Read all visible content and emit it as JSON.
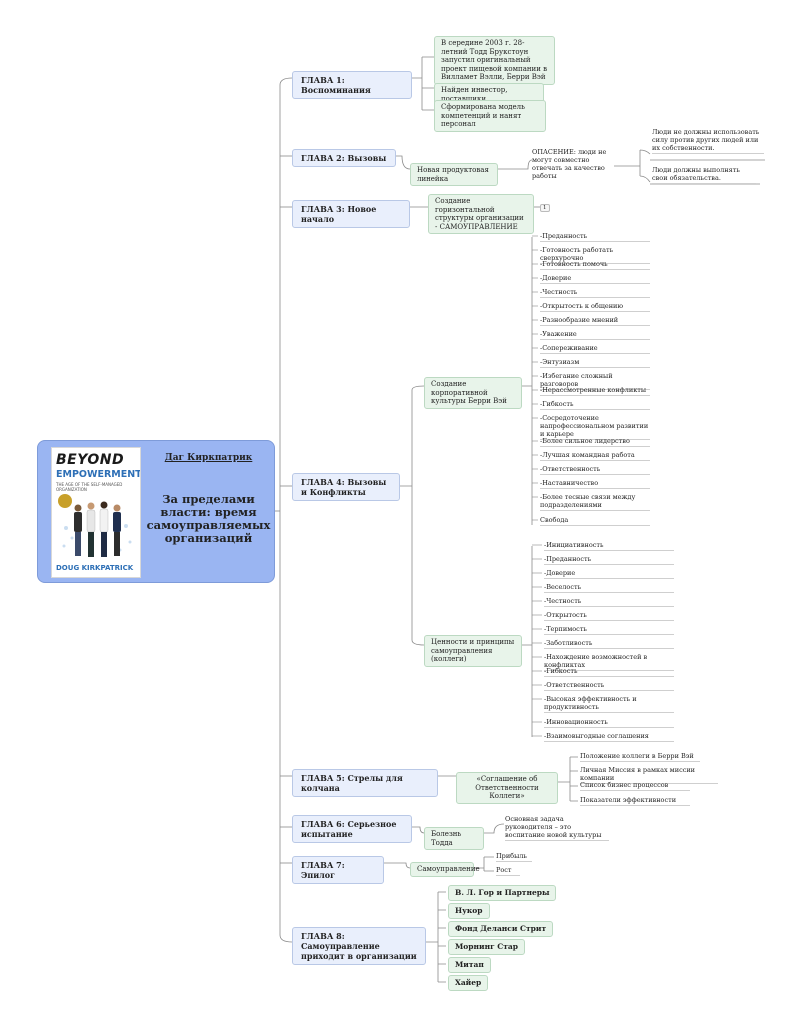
{
  "root": {
    "author": "Даг Киркпатрик",
    "title": "За пределами власти: время самоуправляемых организаций",
    "cover": {
      "title_line1": "BEYOND",
      "title_line2": "EMPOWERMENT",
      "subtitle": "THE AGE OF THE SELF-MANAGED ORGANIZATION",
      "author": "DOUG KIRKPATRICK"
    }
  },
  "ch1": {
    "label": "ГЛАВА 1: Воспоминания",
    "items": [
      "В середине 2003 г. 28-летний Тодд Брукстоун запустил оригинальный проект пищевой компании в Вилламет Вэлли, Берри Вэй",
      "Найден инвестор, поставщики",
      "Сформирована модель компетенций и нанят персонал"
    ]
  },
  "ch2": {
    "label": "ГЛАВА 2: Вызовы",
    "sub": "Новая продуктовая линейка",
    "concern": "ОПАСЕНИЕ: люди не могут совместно отвечать за качество работы",
    "leaves": [
      "Люди не должны использовать силу против других людей или их собственности.",
      "Люди должны выполнять свои обязательства."
    ]
  },
  "ch3": {
    "label": "ГЛАВА 3: Новое начало",
    "sub": "Создание горизонтальной структуры организации - САМОУПРАВЛЕНИЕ",
    "badge": "1"
  },
  "ch4": {
    "label": "ГЛАВА 4: Вызовы и Конфликты",
    "culture": {
      "label": "Создание корпоративной культуры Берри Вэй",
      "items": [
        "-Преданность",
        "-Готовность работать сверхурочно",
        "-Готовность помочь",
        "-Доверие",
        "-Честность",
        "-Открытость к общению",
        "-Разнообразие мнений",
        "-Уважение",
        "-Сопереживание",
        "-Энтузиазм",
        "-Избегание сложный разговоров",
        "-Нерассмотренные конфликты",
        "-Гибкость",
        "-Сосредоточение напрофессиональном развитии и карьере",
        "-Более сильное лидерство",
        "-Лучшая командная работа",
        "-Ответственность",
        "-Наставничество",
        "-Более тесные связи между подразделениями",
        "Свобода"
      ]
    },
    "values": {
      "label": "Ценности и принципы самоуправления (коллеги)",
      "items": [
        "-Инициативность",
        "-Преданность",
        "-Доверие",
        "-Веселость",
        "-Честность",
        "-Открытость",
        "-Терпимость",
        "-Заботливость",
        "-Нахождение возможностей в конфликтах",
        "-Гибкость",
        "-Ответственность",
        "-Высокая эффективность и продуктивность",
        "-Инновационность",
        "-Взаимовыгодные соглашения"
      ]
    }
  },
  "ch5": {
    "label": "ГЛАВА 5: Стрелы для колчана",
    "sub": "«Соглашение об Ответственности Коллеги»",
    "leaves": [
      "Положение коллеги в Берри Вэй",
      "Личная Миссия в рамках миссии компании",
      "Список бизнес процессов",
      "Показатели эффективности"
    ]
  },
  "ch6": {
    "label": "ГЛАВА 6: Серьезное испытание",
    "sub": "Болезнь Тодда",
    "leaf": "Основная задача руководителя – это воспитание новой культуры"
  },
  "ch7": {
    "label": "ГЛАВА 7: Эпилог",
    "sub": "Самоуправление",
    "leaves": [
      "Прибыль",
      "Рост"
    ]
  },
  "ch8": {
    "label": "ГЛАВА 8: Самоуправление приходит в организации",
    "orgs": [
      "В. Л. Гор и Партнеры",
      "Нукор",
      "Фонд Деланси Стрит",
      "Морнинг Стар",
      "Митап",
      "Хайер"
    ]
  },
  "colors": {
    "root_fill": "#9ab5f2",
    "chapter_fill": "#e9effc",
    "sub_fill": "#e8f4ea",
    "line": "#8a8a8a"
  }
}
